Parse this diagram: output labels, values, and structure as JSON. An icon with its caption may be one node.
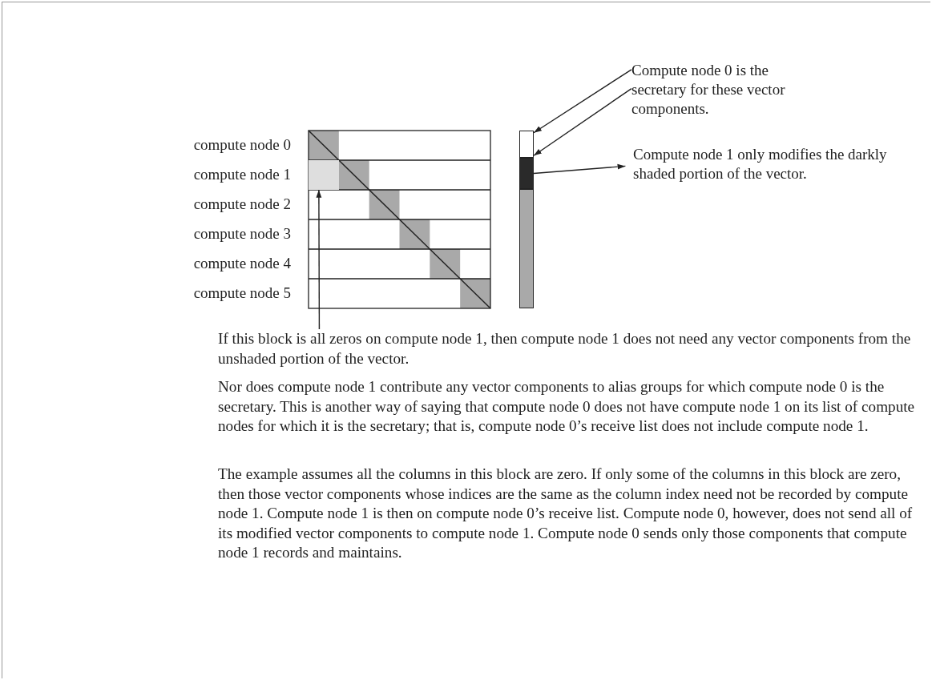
{
  "diagram": {
    "nodes": [
      {
        "text": [
          "Compute node 0 is the secretary for these vector components."
        ]
      },
      {
        "text": [],
        "shape": "bar"
      },
      {
        "text": [],
        "shape": "bar"
      },
      {
        "text": [],
        "shape": "bar"
      },
      {
        "text": [
          "Compute node 1 only modifies the darkly shaded portion of the vector."
        ]
      },
      {
        "text": [],
        "shape": "box"
      },
      {
        "text": [
          "If this block is all zeros on compute node 1, then compute node 1 does not need any vector components from the unshaded portion of the vector."
        ]
      }
    ],
    "edges": [
      {
        "from": 0,
        "to": 1,
        "arrow": "to"
      },
      {
        "from": 0,
        "to": 1,
        "arrow": "to"
      },
      {
        "from": 2,
        "to": 4,
        "arrow": "to"
      },
      {
        "from": 6,
        "to": 5,
        "arrow": "to"
      }
    ],
    "labels": [
      "compute node 0",
      "compute node 1",
      "compute node 2",
      "compute node 3",
      "compute node 4",
      "compute node 5",
      "Nor does compute node 1 contribute any vector components to alias groups for which compute node 0 is the secretary. This is another way of saying that compute node 0 does not have compute node 1 on its list of compute nodes for which it is the secretary; that is, compute node 0’s receive list does not include compute node 1.",
      "The example assumes all the columns in this block are zero. If only some of the columns in this block are zero, then those vector components whose indices are the same as the column index need not be recorded by compute node 1. Compute node 1 is then on compute node 0’s receive list. Compute node 0, however, does not send all of its modified vector components to compute node 1. Compute node 0 sends only those components that compute node 1 records and maintains."
    ]
  }
}
